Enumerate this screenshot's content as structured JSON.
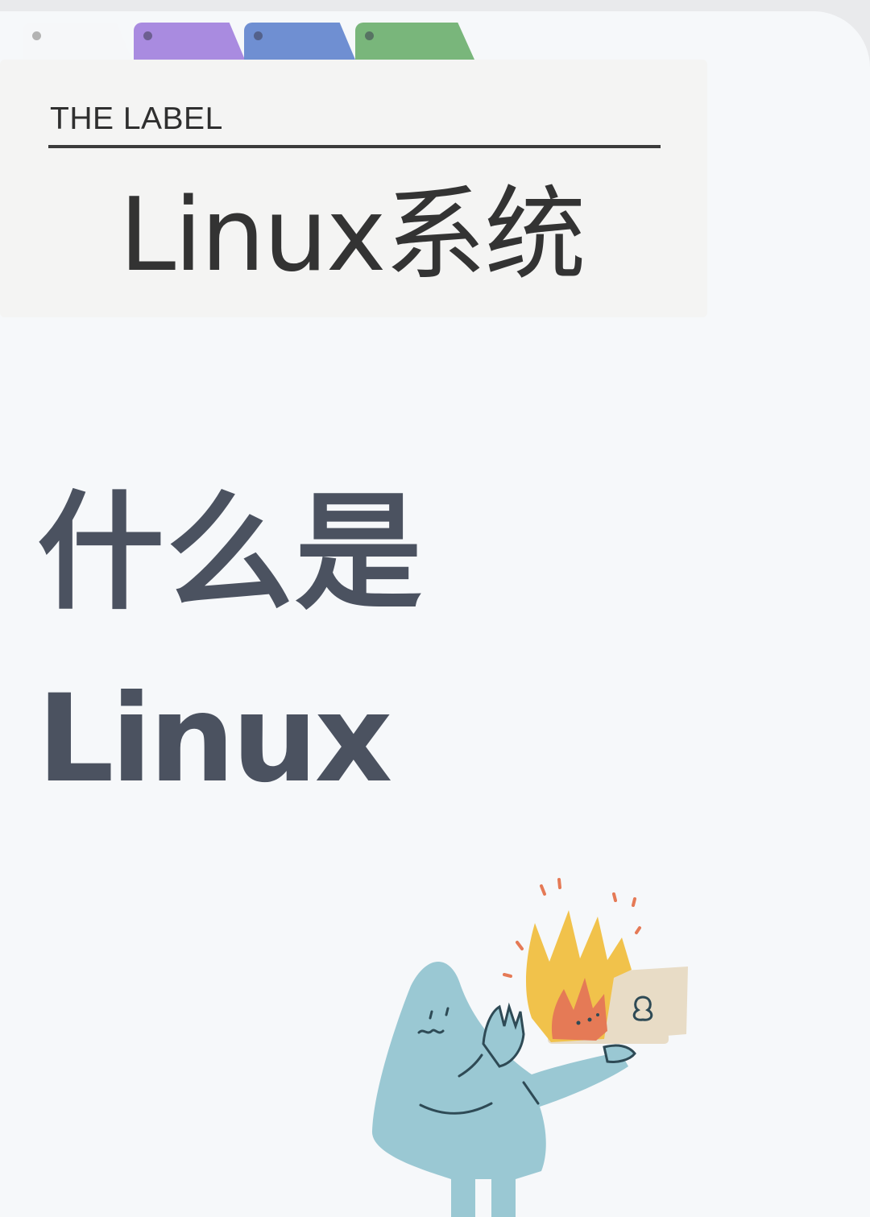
{
  "tabs": [
    {
      "name": "tab-blank",
      "color": "#f6f7f9"
    },
    {
      "name": "tab-purple",
      "color": "#a98be0"
    },
    {
      "name": "tab-blue",
      "color": "#6f8fd2"
    },
    {
      "name": "tab-green",
      "color": "#79b67b"
    }
  ],
  "label_card": {
    "small_label": "THE LABEL",
    "title": "Linux系统"
  },
  "headline": {
    "line1": "什么是",
    "line2": "Linux"
  },
  "illustration": {
    "description_icon": "character-holding-burning-laptop-icon"
  },
  "colors": {
    "page_bg": "#f6f8fa",
    "headline": "#4b5260",
    "figure": "#9ac8d3",
    "flame_outer": "#f1c24b",
    "flame_inner": "#e57a56",
    "laptop": "#e8dcc6"
  }
}
